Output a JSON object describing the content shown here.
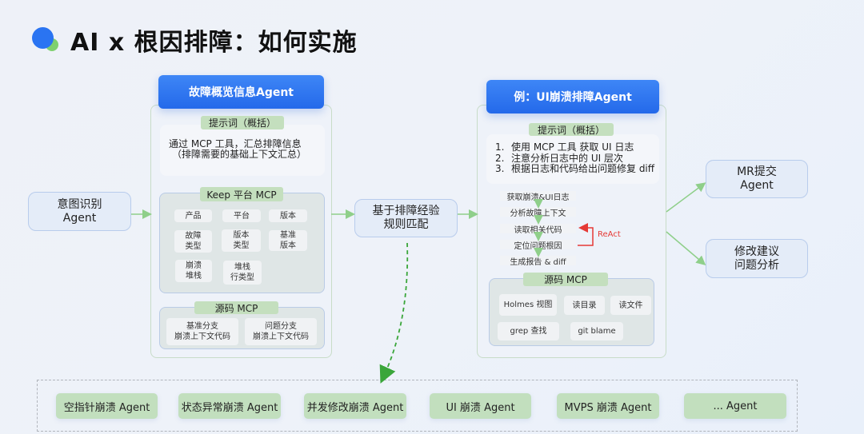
{
  "header": {
    "title": "AI x 根因排障：如何实施"
  },
  "intent_agent": {
    "label": "意图识别\nAgent"
  },
  "overview_agent": {
    "title": "故障概览信息Agent",
    "prompt_tag": "提示词（概括）",
    "prompt_lines": [
      "通过 MCP 工具，汇总排障信息",
      "（排障需要的基础上下文汇总）"
    ],
    "keep_mcp": {
      "title": "Keep 平台 MCP",
      "items": [
        "产品",
        "平台",
        "版本",
        "故障\n类型",
        "版本\n类型",
        "基准\n版本",
        "崩溃\n堆栈",
        "堆栈\n行类型"
      ]
    },
    "source_mcp": {
      "title": "源码 MCP",
      "items": [
        "基准分支\n崩溃上下文代码",
        "问题分支\n崩溃上下文代码"
      ]
    }
  },
  "rule_match": {
    "label": "基于排障经验\n规则匹配"
  },
  "ui_agent": {
    "title": "例：UI崩溃排障Agent",
    "prompt_tag": "提示词（概括）",
    "prompt_items": [
      {
        "num": "1.",
        "text": "使用 MCP 工具 获取 UI 日志"
      },
      {
        "num": "2.",
        "text": "注意分析日志中的 UI 层次"
      },
      {
        "num": "3.",
        "text": "根据日志和代码给出问题修复 diff"
      }
    ],
    "steps": [
      "获取崩溃&UI日志",
      "分析故障上下文",
      "读取相关代码",
      "定位问题根因",
      "生成报告 & diff"
    ],
    "react_label": "ReAct",
    "source_mcp": {
      "title": "源码 MCP",
      "items": [
        "Holmes 视图",
        "读目录",
        "读文件",
        "grep 查找",
        "git blame"
      ]
    }
  },
  "outputs": [
    {
      "label": "MR提交\nAgent"
    },
    {
      "label": "修改建议\n问题分析"
    }
  ],
  "crash_agents": [
    "空指针崩溃 Agent",
    "状态异常崩溃 Agent",
    "并发修改崩溃 Agent",
    "UI 崩溃 Agent",
    "MVPS 崩溃 Agent",
    "... Agent"
  ],
  "colors": {
    "accent_blue": "#2a74f2",
    "accent_green": "#7fd06f",
    "tag_green": "#c4dfbe",
    "react_red": "#e53935",
    "arrow_green": "#8fcf8a"
  }
}
